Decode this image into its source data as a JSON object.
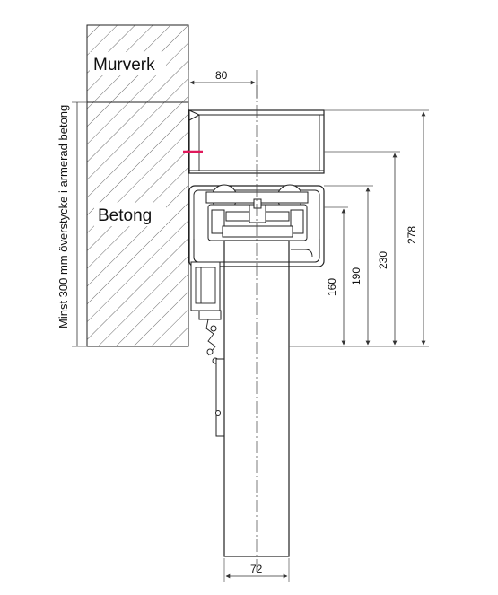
{
  "labels": {
    "masonry": "Murverk",
    "concrete": "Betong",
    "note": "Minst 300 mm överstycke i armerad betong"
  },
  "dimensions": {
    "top_offset": "80",
    "door_width": "72",
    "h160": "160",
    "h190": "190",
    "h230": "230",
    "h278": "278"
  },
  "colors": {
    "marker": "#e0195b",
    "masonry_fill": "#ebebeb",
    "line": "#222222"
  }
}
